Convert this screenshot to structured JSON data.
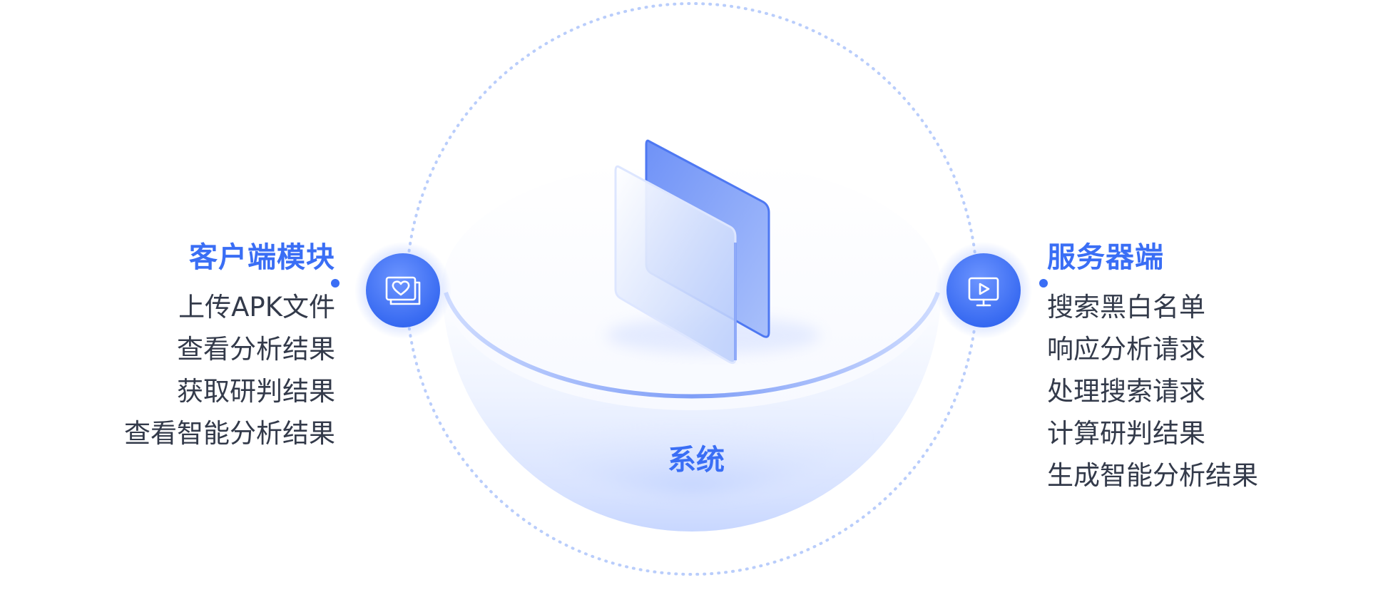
{
  "client": {
    "title": "客户端模块",
    "icon": "photo-heart-icon",
    "items": [
      "上传APK文件",
      "查看分析结果",
      "获取研判结果",
      "查看智能分析结果"
    ]
  },
  "server": {
    "title": "服务器端",
    "icon": "monitor-play-icon",
    "items": [
      "搜索黑白名单",
      "响应分析请求",
      "处理搜索请求",
      "计算研判结果",
      "生成智能分析结果"
    ]
  },
  "center": {
    "label": "系统"
  },
  "colors": {
    "accent": "#3a6ef5",
    "text": "#333a4a",
    "ring": "#b9cdfb",
    "bowl": "#dfe8ff"
  }
}
